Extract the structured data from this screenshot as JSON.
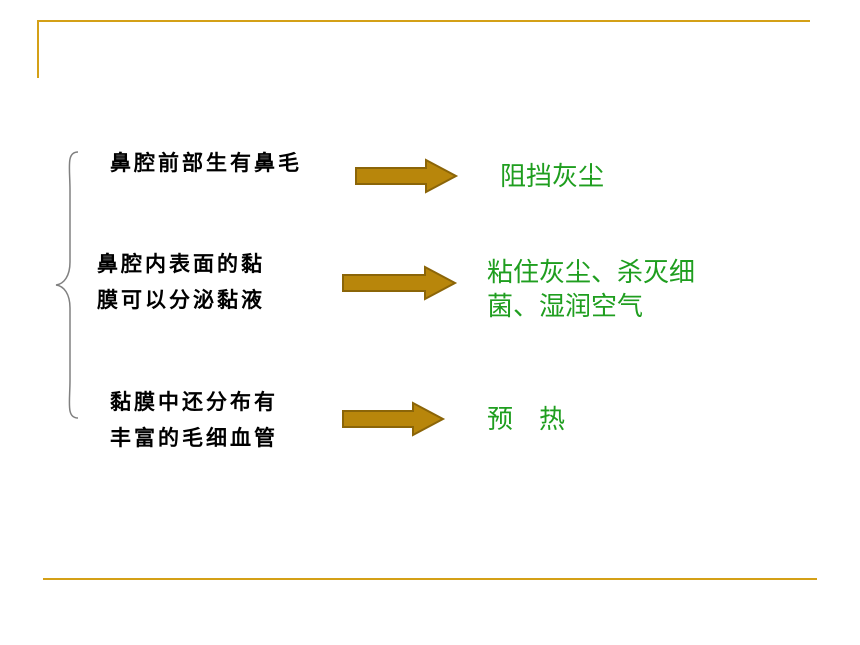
{
  "slide": {
    "items": [
      {
        "cause": "鼻腔前部生有鼻毛",
        "effect": "阻挡灰尘"
      },
      {
        "cause_line1": "鼻腔内表面的黏",
        "cause_line2": "膜可以分泌黏液",
        "effect_line1": "粘住灰尘、杀灭细",
        "effect_line2": "菌、湿润空气"
      },
      {
        "cause_line1": "黏膜中还分布有",
        "cause_line2": "丰富的毛细血管",
        "effect": "预　热"
      }
    ]
  },
  "colors": {
    "accent": "#d4a017",
    "arrow_fill": "#b8860b",
    "effect_text": "#1f9e1f",
    "brace": "#808080"
  }
}
